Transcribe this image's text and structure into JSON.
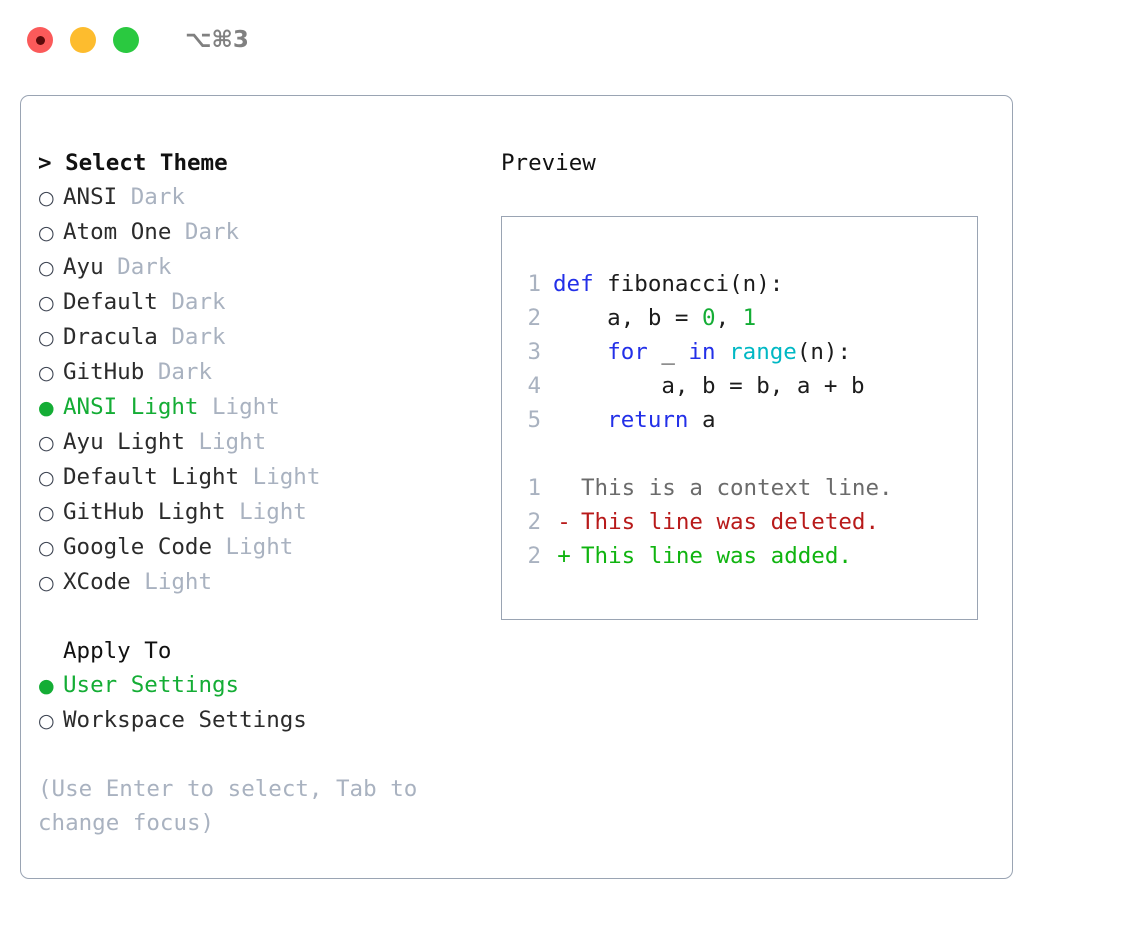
{
  "titlebar": {
    "lights": [
      {
        "name": "close-button",
        "color": "#fb5a5a",
        "recording": true
      },
      {
        "name": "minimize-button",
        "color": "#fdbc2e",
        "recording": false
      },
      {
        "name": "maximize-button",
        "color": "#2ac940",
        "recording": false
      }
    ],
    "shortcut": "⌥⌘3"
  },
  "colors": {
    "selected_green": "#14ad35",
    "muted_gray": "#a9b2c0",
    "border": "#9aa4b3",
    "keyword_blue": "#2330e8",
    "function_cyan": "#00b8c4",
    "number_green": "#14ad35",
    "diff_deleted": "#b81a1a",
    "diff_added": "#10b410",
    "diff_context": "#6b6b6b"
  },
  "theme_list": {
    "heading": "> Select Theme",
    "selected_marker": "●",
    "unselected_marker": "○",
    "items": [
      {
        "label": "ANSI",
        "tag": " Dark",
        "selected": false
      },
      {
        "label": "Atom One",
        "tag": " Dark",
        "selected": false
      },
      {
        "label": "Ayu",
        "tag": " Dark",
        "selected": false
      },
      {
        "label": "Default",
        "tag": " Dark",
        "selected": false
      },
      {
        "label": "Dracula",
        "tag": " Dark",
        "selected": false
      },
      {
        "label": "GitHub",
        "tag": " Dark",
        "selected": false
      },
      {
        "label": "ANSI Light",
        "tag": " Light",
        "selected": true
      },
      {
        "label": "Ayu Light",
        "tag": " Light",
        "selected": false
      },
      {
        "label": "Default Light",
        "tag": " Light",
        "selected": false
      },
      {
        "label": "GitHub Light",
        "tag": " Light",
        "selected": false
      },
      {
        "label": "Google Code",
        "tag": " Light",
        "selected": false
      },
      {
        "label": "XCode",
        "tag": " Light",
        "selected": false
      }
    ]
  },
  "apply_to": {
    "heading": "Apply To",
    "items": [
      {
        "label": "User Settings",
        "selected": true
      },
      {
        "label": "Workspace Settings",
        "selected": false
      }
    ]
  },
  "hint": "(Use Enter to select, Tab to change focus)",
  "preview": {
    "heading": "Preview",
    "code_lines": [
      {
        "num": "1",
        "tokens": [
          {
            "t": "def",
            "c": "kw"
          },
          {
            "t": " fibonacci(n):",
            "c": "pl"
          }
        ]
      },
      {
        "num": "2",
        "tokens": [
          {
            "t": "    a, b = ",
            "c": "pl"
          },
          {
            "t": "0",
            "c": "num"
          },
          {
            "t": ", ",
            "c": "pl"
          },
          {
            "t": "1",
            "c": "num"
          }
        ]
      },
      {
        "num": "3",
        "tokens": [
          {
            "t": "    ",
            "c": "pl"
          },
          {
            "t": "for",
            "c": "kw"
          },
          {
            "t": " _ ",
            "c": "pl"
          },
          {
            "t": "in",
            "c": "kw"
          },
          {
            "t": " ",
            "c": "pl"
          },
          {
            "t": "range",
            "c": "fn"
          },
          {
            "t": "(n):",
            "c": "pl"
          }
        ]
      },
      {
        "num": "4",
        "tokens": [
          {
            "t": "        a, b = b, a + b",
            "c": "pl"
          }
        ]
      },
      {
        "num": "5",
        "tokens": [
          {
            "t": "    ",
            "c": "pl"
          },
          {
            "t": "return",
            "c": "kw"
          },
          {
            "t": " a",
            "c": "pl"
          }
        ]
      }
    ],
    "diff_lines": [
      {
        "num": "1",
        "mark": " ",
        "text": "This is a context line.",
        "kind": "ctx"
      },
      {
        "num": "2",
        "mark": "-",
        "text": "This line was deleted.",
        "kind": "del"
      },
      {
        "num": "2",
        "mark": "+",
        "text": "This line was added.",
        "kind": "add"
      }
    ]
  }
}
